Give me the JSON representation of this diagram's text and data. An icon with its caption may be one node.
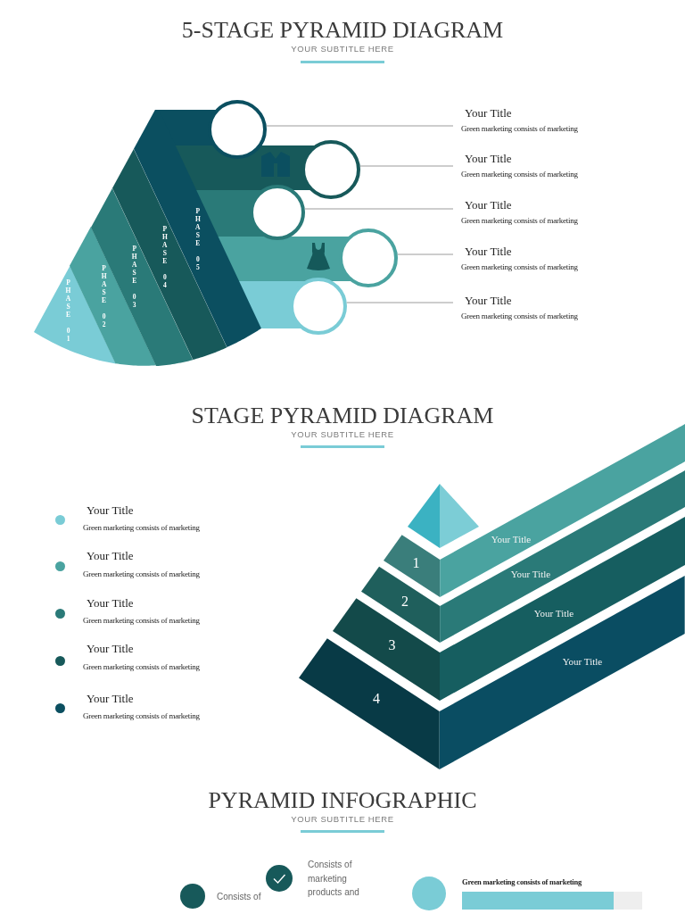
{
  "diagram": {
    "nodes": [
      {
        "text": [
          "PHASE 01"
        ]
      },
      {
        "text": [
          "PHASE 02"
        ]
      },
      {
        "text": [
          "PHASE 03"
        ]
      },
      {
        "text": [
          "PHASE 04"
        ]
      },
      {
        "text": [
          "PHASE 05"
        ]
      },
      {
        "text": [],
        "shape": "circle"
      },
      {
        "text": [],
        "shape": "circle"
      },
      {
        "text": [],
        "shape": "circle"
      },
      {
        "text": [],
        "shape": "circle"
      },
      {
        "text": [],
        "shape": "circle"
      },
      {
        "text": [
          "Your Title",
          "Green marketing consists of marketing"
        ]
      },
      {
        "text": [
          "Your Title",
          "Green marketing consists of marketing"
        ]
      },
      {
        "text": [
          "Your Title",
          "Green marketing consists of marketing"
        ]
      },
      {
        "text": [
          "Your Title",
          "Green marketing consists of marketing"
        ]
      },
      {
        "text": [
          "Your Title",
          "Green marketing consists of marketing"
        ]
      },
      {
        "text": [],
        "shape": "pyramid"
      },
      {
        "text": [
          "1",
          "Your Title"
        ]
      },
      {
        "text": [
          "2",
          "Your Title"
        ]
      },
      {
        "text": [
          "3",
          "Your Title"
        ]
      },
      {
        "text": [
          "4",
          "Your Title"
        ]
      }
    ],
    "edges": [
      {
        "from": 5,
        "to": 10,
        "arrow": "none"
      },
      {
        "from": 6,
        "to": 11,
        "arrow": "none"
      },
      {
        "from": 7,
        "to": 12,
        "arrow": "none"
      },
      {
        "from": 8,
        "to": 13,
        "arrow": "none"
      },
      {
        "from": 9,
        "to": 14,
        "arrow": "none"
      }
    ],
    "labels": [
      "5-STAGE PYRAMID DIAGRAM",
      "YOUR SUBTITLE HERE",
      "STAGE PYRAMID DIAGRAM",
      "YOUR SUBTITLE HERE",
      "Your Title",
      "Green marketing consists of marketing",
      "Your Title",
      "Green marketing consists of marketing",
      "Your Title",
      "Green marketing consists of marketing",
      "Your Title",
      "Green marketing consists of marketing",
      "Your Title",
      "Green marketing consists of marketing",
      "PYRAMID INFOGRAPHIC",
      "YOUR SUBTITLE HERE",
      "Consists of marketing products and",
      "Green marketing consists of marketing",
      "Consists of"
    ]
  }
}
